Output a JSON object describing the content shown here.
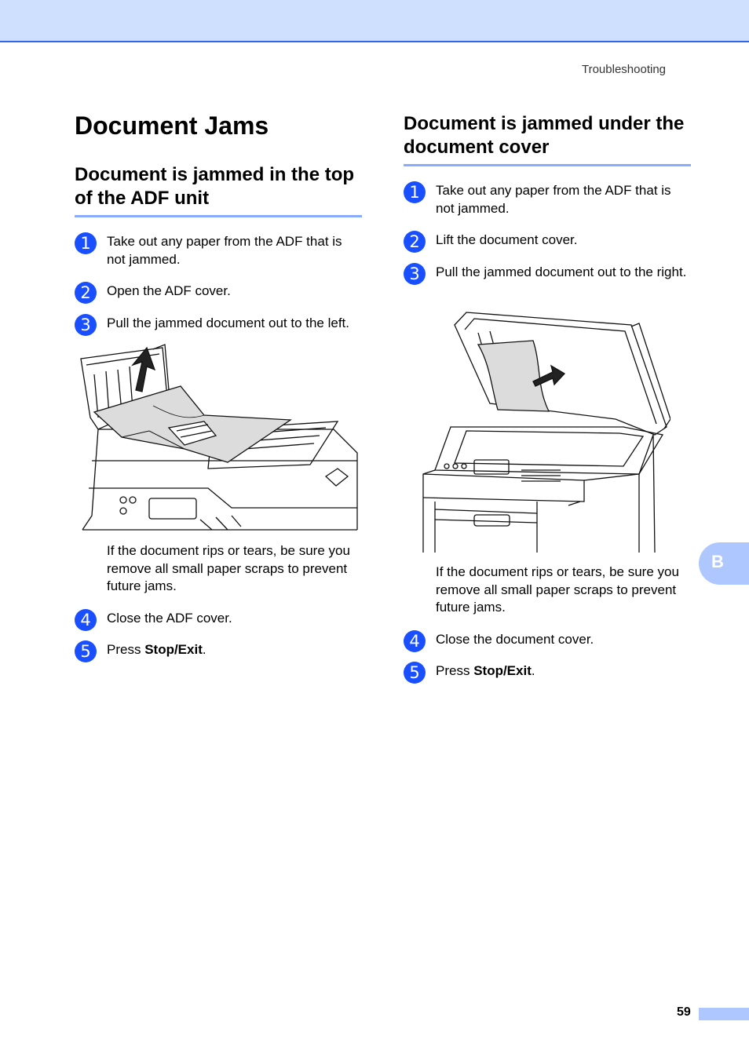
{
  "header": {
    "section": "Troubleshooting"
  },
  "page_title": "Document Jams",
  "left": {
    "heading": "Document is jammed in the top of the ADF unit",
    "steps": [
      {
        "num": "1",
        "text": "Take out any paper from the ADF that is not jammed."
      },
      {
        "num": "2",
        "text": "Open the ADF cover."
      },
      {
        "num": "3",
        "text": "Pull the jammed document out to the left."
      },
      {
        "num": "4",
        "text": "Close the ADF cover."
      },
      {
        "num": "5",
        "text_before": "Press ",
        "text_bold": "Stop/Exit",
        "text_after": "."
      }
    ],
    "note": "If the document rips or tears, be sure you remove all small paper scraps to prevent future jams."
  },
  "right": {
    "heading": "Document is jammed under the document cover",
    "steps": [
      {
        "num": "1",
        "text": "Take out any paper from the ADF that is not jammed."
      },
      {
        "num": "2",
        "text": "Lift the document cover."
      },
      {
        "num": "3",
        "text": "Pull the jammed document out to the right."
      },
      {
        "num": "4",
        "text": "Close the document cover."
      },
      {
        "num": "5",
        "text_before": "Press ",
        "text_bold": "Stop/Exit",
        "text_after": "."
      }
    ],
    "note": "If the document rips or tears, be sure you remove all small paper scraps to prevent future jams."
  },
  "side_tab": {
    "letter": "B"
  },
  "page_number": "59",
  "colors": {
    "accent": "#1a4fff",
    "band": "#cfe0ff",
    "tab": "#aec8ff",
    "rule": "#88aaff"
  }
}
